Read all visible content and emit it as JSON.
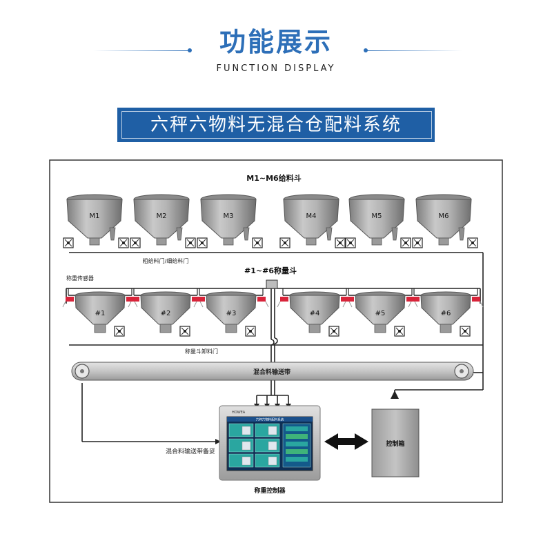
{
  "header": {
    "title": "功能展示",
    "subtitle": "FUNCTION DISPLAY",
    "banner": "六秤六物料无混合仓配料系统"
  },
  "diagram": {
    "feed_hoppers_title": "M1~M6给料斗",
    "feed_hoppers": [
      "M1",
      "M2",
      "M3",
      "M4",
      "M5",
      "M6"
    ],
    "feed_gate_label": "粗给料门/细给料门",
    "weigh_hoppers_title": "#1~#6称量斗",
    "weigh_hoppers": [
      "#1",
      "#2",
      "#3",
      "#4",
      "#5",
      "#6"
    ],
    "load_cell_label": "称重传感器",
    "discharge_gate_label": "称量斗卸料门",
    "conveyor_label": "混合料输送带",
    "conveyor_standby_label": "混合料输送带备妥",
    "cabinet_label": "控制箱",
    "controller_label": "称重控制器",
    "controller_brand": "HOWEA",
    "controller_screen_title": "六秤六物料配料系统"
  },
  "colors": {
    "accent": "#2d6fb8",
    "banner_bg": "#1f5fa5",
    "hopper": "#a9a9a9",
    "load_cell": "#d8243a"
  }
}
